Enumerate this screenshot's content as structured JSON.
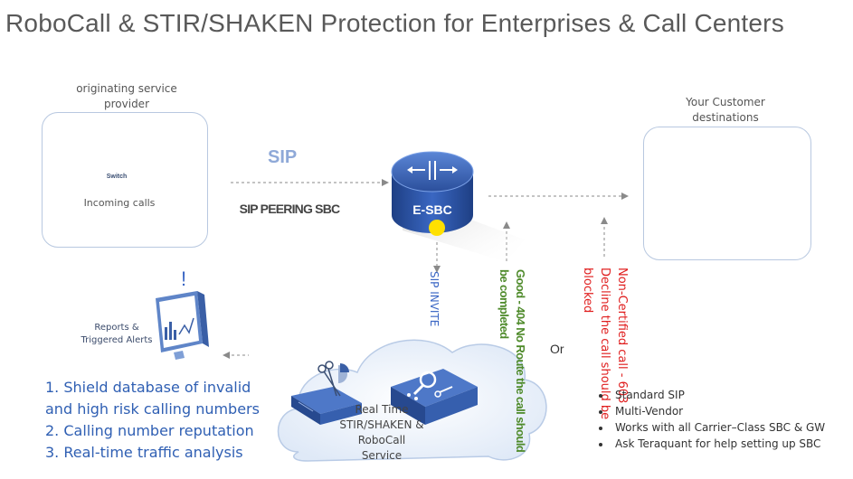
{
  "title": "RoboCall & STIR/SHAKEN Protection for Enterprises & Call Centers",
  "origin": {
    "label": "originating service provider",
    "switch_text": "Switch",
    "caption": "Incoming calls"
  },
  "sip": {
    "label": "SIP",
    "peering": "SIP PEERING SBC"
  },
  "esbc": {
    "label": "E-SBC"
  },
  "destinations": {
    "label": "Your Customer destinations"
  },
  "sip_invite": "SIP INVITE",
  "good_route": "Good - 404 No Route the call should be completed",
  "non_certified": "Non-Certified call - 603 Decline the call should be blocked",
  "or_label": "Or",
  "alert_mark": "!",
  "reports": "Reports & Triggered Alerts",
  "cloud_text": "Real Time STIR/SHAKEN & RoboCall Service",
  "features": [
    "1. Shield database of invalid and high risk calling numbers",
    "2. Calling number reputation",
    "3. Real-time traffic analysis"
  ],
  "bullets": [
    "Standard SIP",
    "Multi-Vendor",
    "Works with all Carrier–Class SBC & GW",
    "Ask Teraquant for help setting up SBC"
  ],
  "colors": {
    "title": "#595959",
    "sip_label": "#8fa9d8",
    "good": "#4e8a2a",
    "decline": "#e02020",
    "list_text": "#2f5fb3",
    "esbc_blue": "#2b4f9c",
    "icon_dark": "#1e3a6e",
    "alert_dot": "#ffe000"
  }
}
